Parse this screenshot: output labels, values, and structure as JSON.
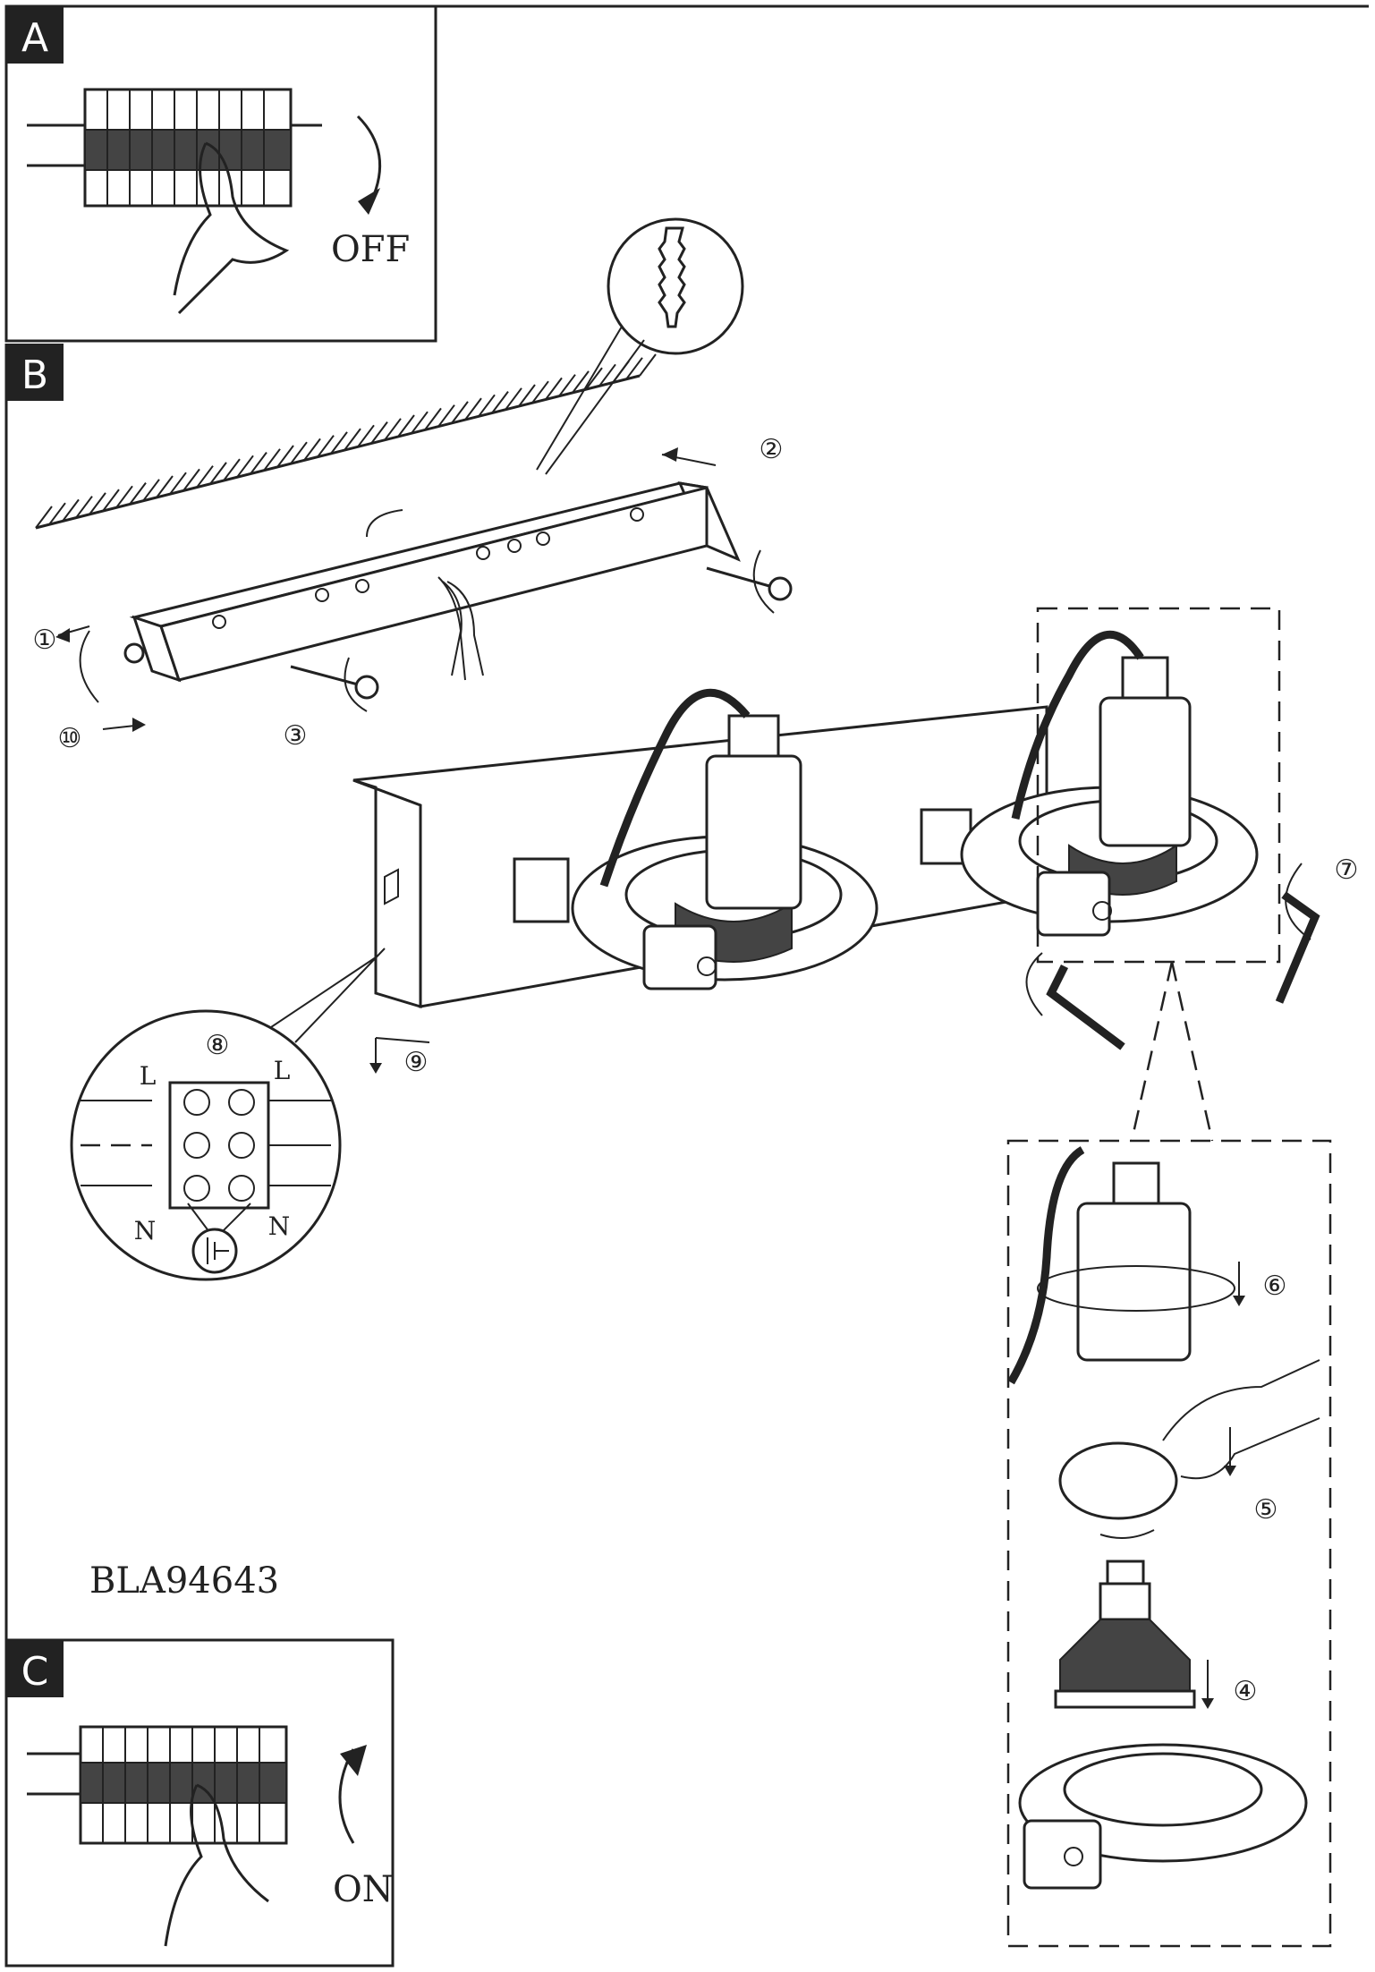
{
  "sections": {
    "a": "A",
    "b": "B",
    "c": "C"
  },
  "labels": {
    "off": "OFF",
    "on": "ON",
    "model": "BLA94643",
    "live_left": "L",
    "live_right": "L",
    "neutral_left": "N",
    "neutral_right": "N"
  },
  "steps": {
    "s1": "①",
    "s2": "②",
    "s3": "③",
    "s4": "④",
    "s5": "⑤",
    "s6": "⑥",
    "s7": "⑦",
    "s8": "⑧",
    "s9": "⑨",
    "s10": "⑩"
  },
  "icons": {
    "earth": "earth-ground-icon",
    "anchor": "wall-plug-icon",
    "breaker": "circuit-breaker-icon",
    "hand": "hand-icon",
    "screw": "screw-icon",
    "allen_key": "allen-key-icon",
    "bulb": "gu10-bulb-icon",
    "clip_ring": "retaining-ring-icon",
    "lamp_holder": "lamp-holder-icon"
  },
  "colors": {
    "ink": "#222222",
    "label_bg": "#222222"
  }
}
